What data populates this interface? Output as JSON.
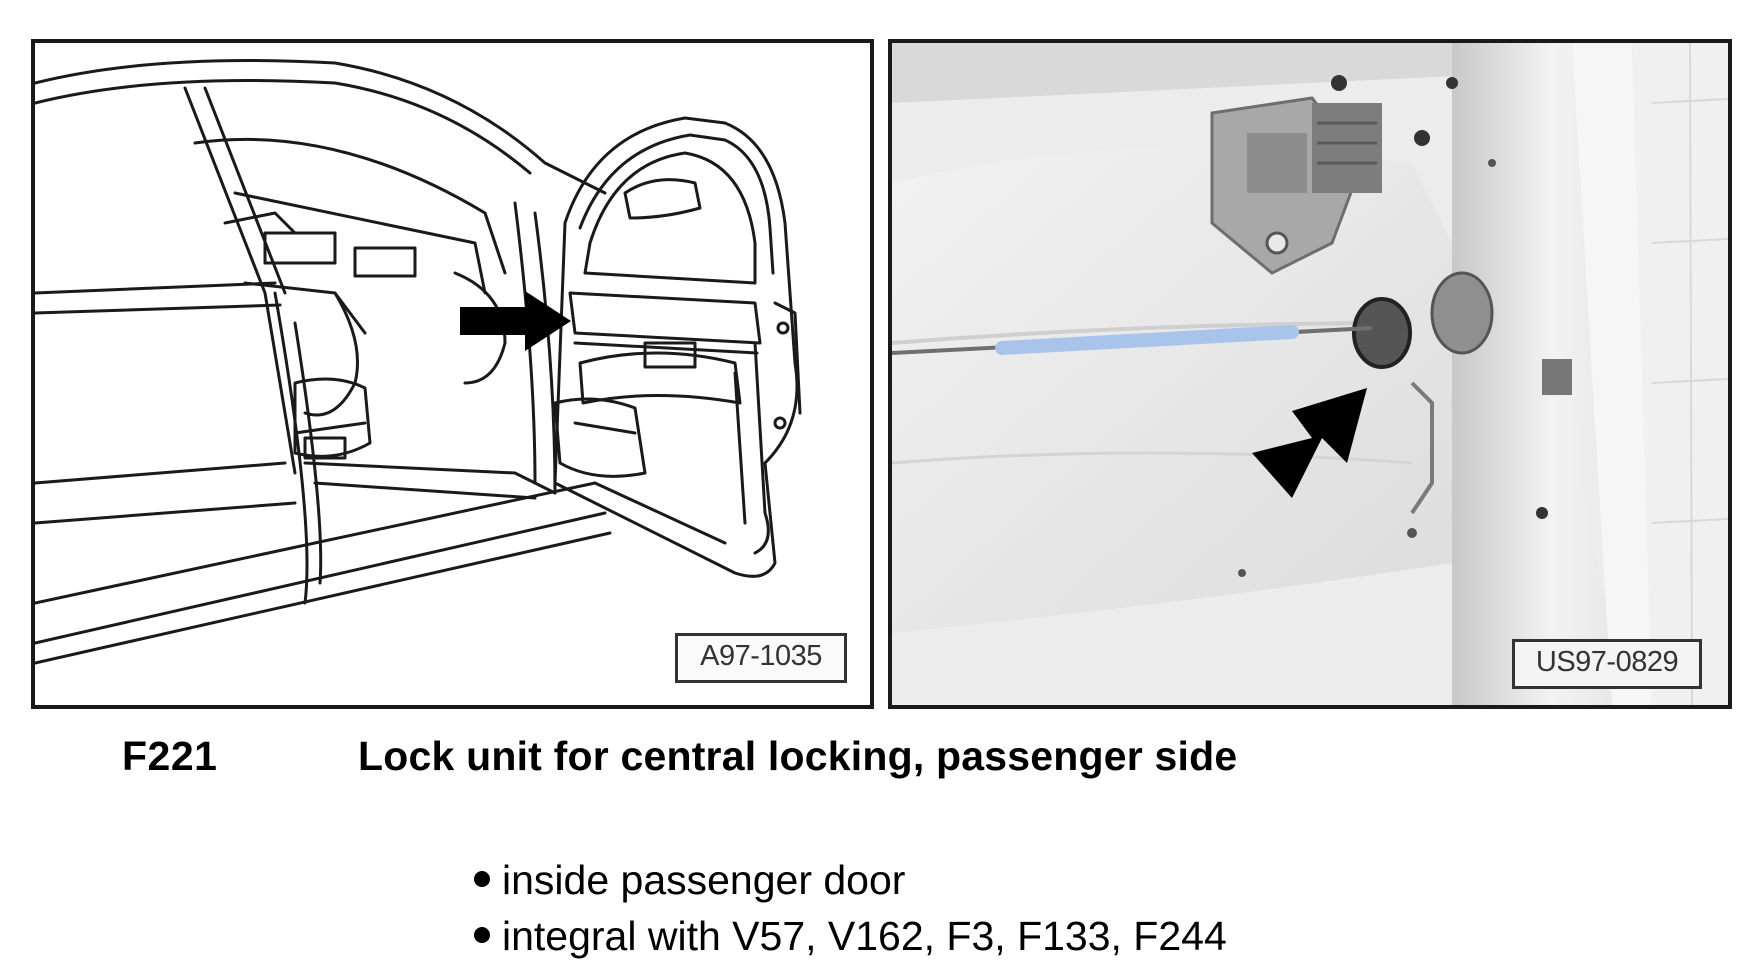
{
  "figures": {
    "left_ref": "A97-1035",
    "right_ref": "US97-0829"
  },
  "caption": {
    "code": "F221",
    "title": "Lock unit for central locking, passenger side"
  },
  "bullets": [
    "inside passenger door",
    "integral with V57, V162, F3, F133, F244"
  ],
  "colors": {
    "line_art": "#1a1a1a",
    "photo_bg": "#eeeeee",
    "cable_blue": "#a9c4ea",
    "arrow": "#000000"
  }
}
